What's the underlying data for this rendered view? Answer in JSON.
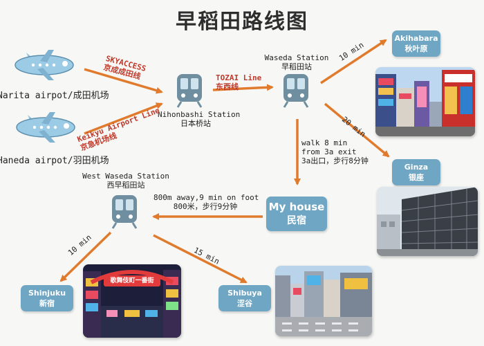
{
  "title": "早稻田路线图",
  "airports": {
    "narita": "Narita airpot/成田机场",
    "haneda": "Haneda airpot/羽田机场"
  },
  "stations": {
    "nihonbashi": [
      "Nihonbashi Station",
      "日本桥站"
    ],
    "waseda": [
      "Waseda Station",
      "早稻田站"
    ],
    "west_waseda": [
      "West Waseda Station",
      "西早稻田站"
    ]
  },
  "routes": {
    "skyaccess": [
      "SKYACCESS",
      "京成成田线"
    ],
    "keikyu": [
      "Keikyu Airport Line",
      "京急机场线"
    ],
    "tozai": [
      "TOZAI Line",
      "东西线"
    ],
    "to_akihabara": "10 min",
    "to_ginza": "20 min",
    "walk": [
      "walk 8 min",
      "from 3a exit",
      "3a出口，步行8分钟"
    ],
    "house_to_west": [
      "800m away,9 min on foot",
      "800米，步行9分钟"
    ],
    "to_shinjuku": "10 min",
    "to_shibuya": "15 min"
  },
  "destinations": {
    "akihabara": [
      "Akihabara",
      "秋叶原"
    ],
    "ginza": [
      "Ginza",
      "银座"
    ],
    "shinjuku": [
      "Shinjuku",
      "新宿"
    ],
    "shibuya": [
      "Shibuya",
      "涩谷"
    ],
    "my_house": [
      "My house",
      "民宿"
    ]
  },
  "photos": {
    "shinjuku_sign": "歌舞伎町一番街"
  },
  "colors": {
    "arrow": "#e07b2e",
    "box": "#6fa6c4",
    "label_red": "#c0392b",
    "train": "#6f8fa0"
  }
}
